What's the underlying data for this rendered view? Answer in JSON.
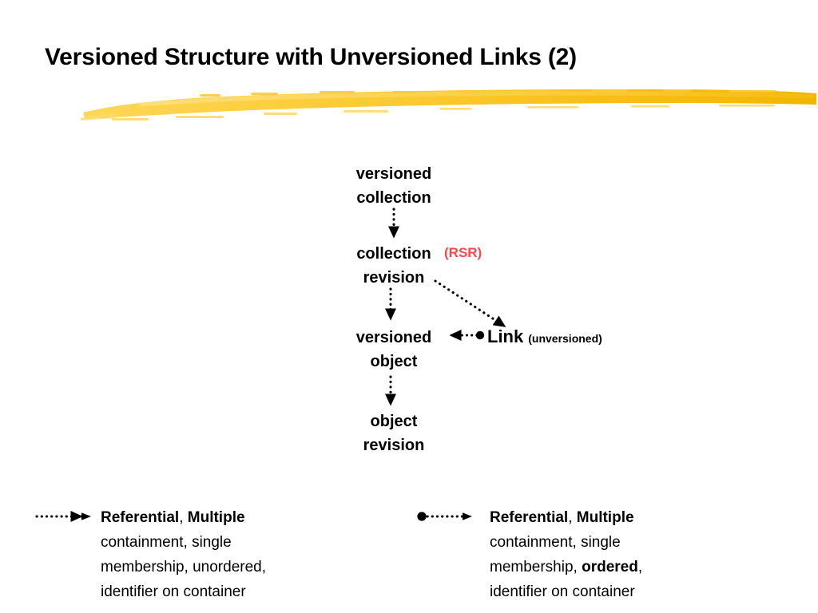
{
  "slide": {
    "title": "Versioned Structure with Unversioned Links (2)",
    "banner_color_light": "#FDD757",
    "banner_color_mid": "#FBC82E",
    "banner_color_dark": "#F2B600",
    "background": "#FFFFFF",
    "text_color": "#000000"
  },
  "diagram": {
    "nodes": [
      {
        "id": "versioned-collection",
        "line1": "versioned",
        "line2": "collection"
      },
      {
        "id": "collection-revision",
        "line1": "collection",
        "line2": "revision"
      },
      {
        "id": "versioned-object",
        "line1": "versioned",
        "line2": "object"
      },
      {
        "id": "object-revision",
        "line1": "object",
        "line2": "revision"
      }
    ],
    "link_node": {
      "label": "Link",
      "qualifier": "(unversioned)"
    },
    "annotation": {
      "rsr_label": "(RSR)",
      "rsr_color": "#F8484C"
    },
    "edges": [
      {
        "id": "vc-to-cr",
        "from": "versioned-collection",
        "to": "collection-revision",
        "style": "dotted",
        "head": "arrow",
        "tail": "none",
        "direction": "down"
      },
      {
        "id": "cr-to-vo",
        "from": "collection-revision",
        "to": "versioned-object",
        "style": "dotted",
        "head": "arrow",
        "tail": "none",
        "direction": "down"
      },
      {
        "id": "cr-to-link",
        "from": "collection-revision",
        "to": "link",
        "style": "dotted",
        "head": "arrow",
        "tail": "none",
        "direction": "diagonal-down-right"
      },
      {
        "id": "link-to-vo",
        "from": "link",
        "to": "versioned-object",
        "style": "dotted",
        "head": "arrow",
        "tail": "circle",
        "direction": "left"
      },
      {
        "id": "vo-to-or",
        "from": "versioned-object",
        "to": "object-revision",
        "style": "dotted",
        "head": "arrow",
        "tail": "none",
        "direction": "down"
      }
    ]
  },
  "legend": {
    "left": {
      "marker": "dotted-arrow-icon",
      "marker_has_source_dot": false,
      "lines": [
        [
          {
            "t": "Referential",
            "bold": true
          },
          {
            "t": ", ",
            "bold": false
          },
          {
            "t": "Multiple",
            "bold": true
          }
        ],
        [
          {
            "t": "containment, single",
            "bold": false
          }
        ],
        [
          {
            "t": "membership, unordered,",
            "bold": false
          }
        ],
        [
          {
            "t": "identifier on container",
            "bold": false
          }
        ]
      ]
    },
    "right": {
      "marker": "dot-dotted-arrow-icon",
      "marker_has_source_dot": true,
      "lines": [
        [
          {
            "t": "Referential",
            "bold": true
          },
          {
            "t": ", ",
            "bold": false
          },
          {
            "t": "Multiple",
            "bold": true
          }
        ],
        [
          {
            "t": "containment, single",
            "bold": false
          }
        ],
        [
          {
            "t": "membership, ",
            "bold": false
          },
          {
            "t": "ordered",
            "bold": true
          },
          {
            "t": ",",
            "bold": false
          }
        ],
        [
          {
            "t": "identifier on container",
            "bold": false
          }
        ]
      ]
    }
  }
}
